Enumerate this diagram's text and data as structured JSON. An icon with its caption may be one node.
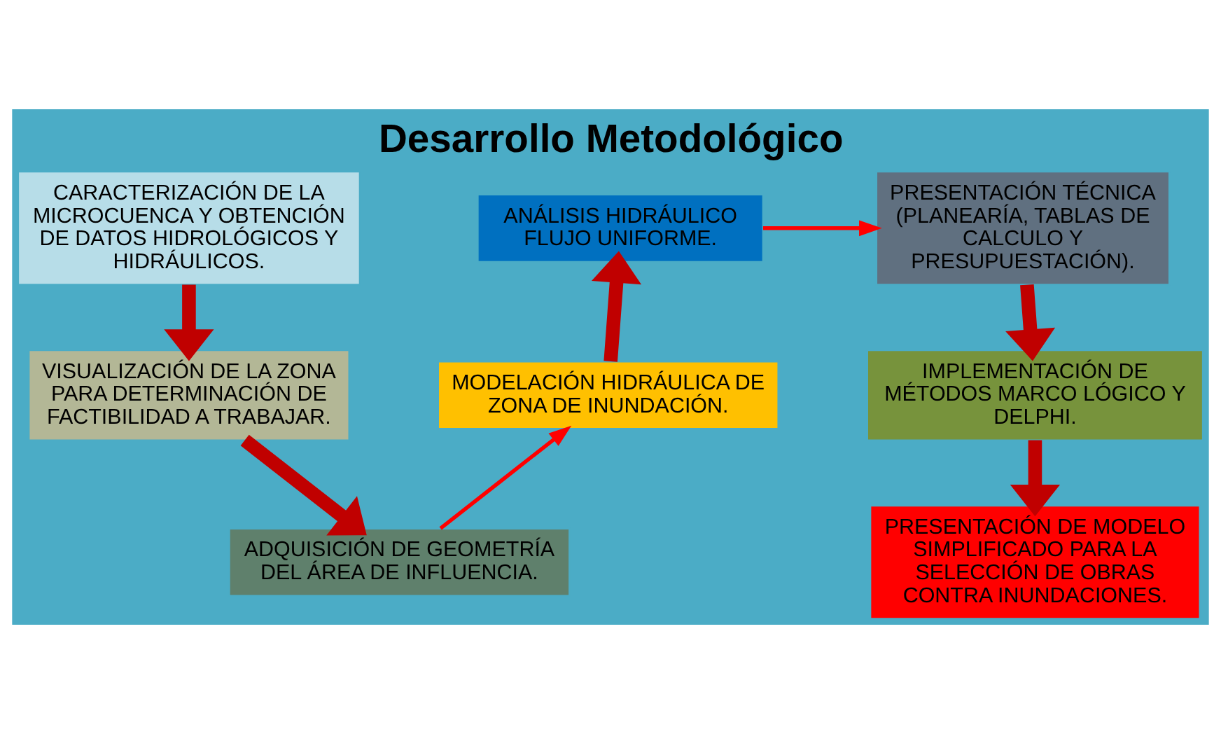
{
  "diagram": {
    "title": "Desarrollo Metodológico",
    "nodes": [
      {
        "text": [
          "CARACTERIZACIÓN DE LA MICROCUENCA Y OBTENCIÓN DE DATOS HIDROLÓGICOS Y HIDRÁULICOS."
        ]
      },
      {
        "text": [
          "VISUALIZACIÓN DE LA ZONA PARA DETERMINACIÓN DE FACTIBILIDAD A TRABAJAR."
        ]
      },
      {
        "text": [
          "ADQUISICIÓN DE GEOMETRÍA DEL ÁREA DE INFLUENCIA."
        ]
      },
      {
        "text": [
          "MODELACIÓN HIDRÁULICA DE ZONA DE INUNDACIÓN."
        ]
      },
      {
        "text": [
          "ANÁLISIS HIDRÁULICO FLUJO UNIFORME."
        ]
      },
      {
        "text": [
          "PRESENTACIÓN TÉCNICA (PLANEARÍA, TABLAS DE CALCULO Y PRESUPUESTACIÓN)."
        ]
      },
      {
        "text": [
          "IMPLEMENTACIÓN DE MÉTODOS MARCO LÓGICO Y DELPHI."
        ]
      },
      {
        "text": [
          "PRESENTACIÓN DE MODELO SIMPLIFICADO PARA LA SELECCIÓN DE OBRAS CONTRA INUNDACIONES."
        ]
      }
    ],
    "edges": [
      {
        "from": 0,
        "to": 1,
        "arrow": "to"
      },
      {
        "from": 1,
        "to": 2,
        "arrow": "to"
      },
      {
        "from": 2,
        "to": 3,
        "arrow": "to",
        "color": "#ff0000"
      },
      {
        "from": 3,
        "to": 4,
        "arrow": "to"
      },
      {
        "from": 4,
        "to": 5,
        "arrow": "to",
        "color": "#ff0000"
      },
      {
        "from": 5,
        "to": 6,
        "arrow": "to"
      },
      {
        "from": 6,
        "to": 7,
        "arrow": "to"
      }
    ]
  }
}
